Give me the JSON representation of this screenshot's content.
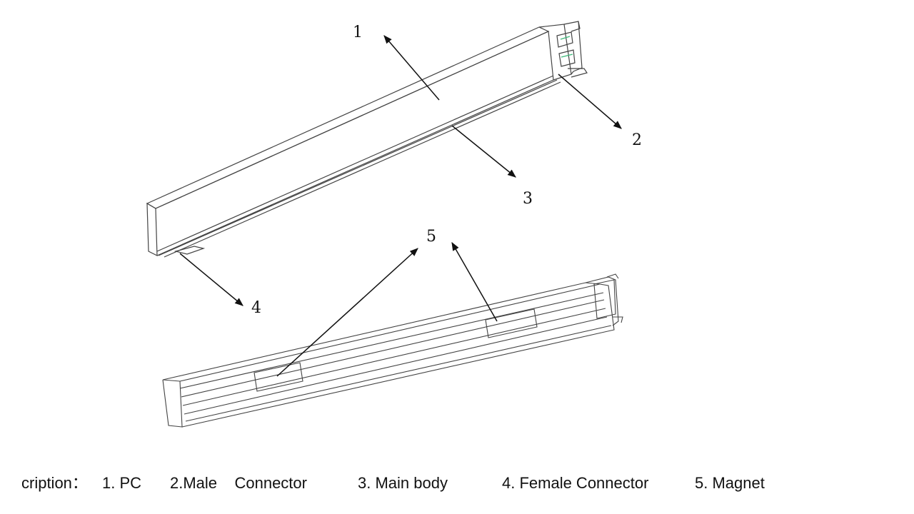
{
  "callouts": {
    "c1": "1",
    "c2": "2",
    "c3": "3",
    "c4": "4",
    "c5": "5"
  },
  "caption": {
    "prefix": "cription：",
    "item1": "1. PC",
    "item2": "2.Male    Connector",
    "item3": "3. Main body",
    "item4": "4. Female Connector",
    "item5": "5. Magnet"
  },
  "colors": {
    "line": "#444444",
    "arrow": "#111111",
    "accent": "#3cb878"
  }
}
